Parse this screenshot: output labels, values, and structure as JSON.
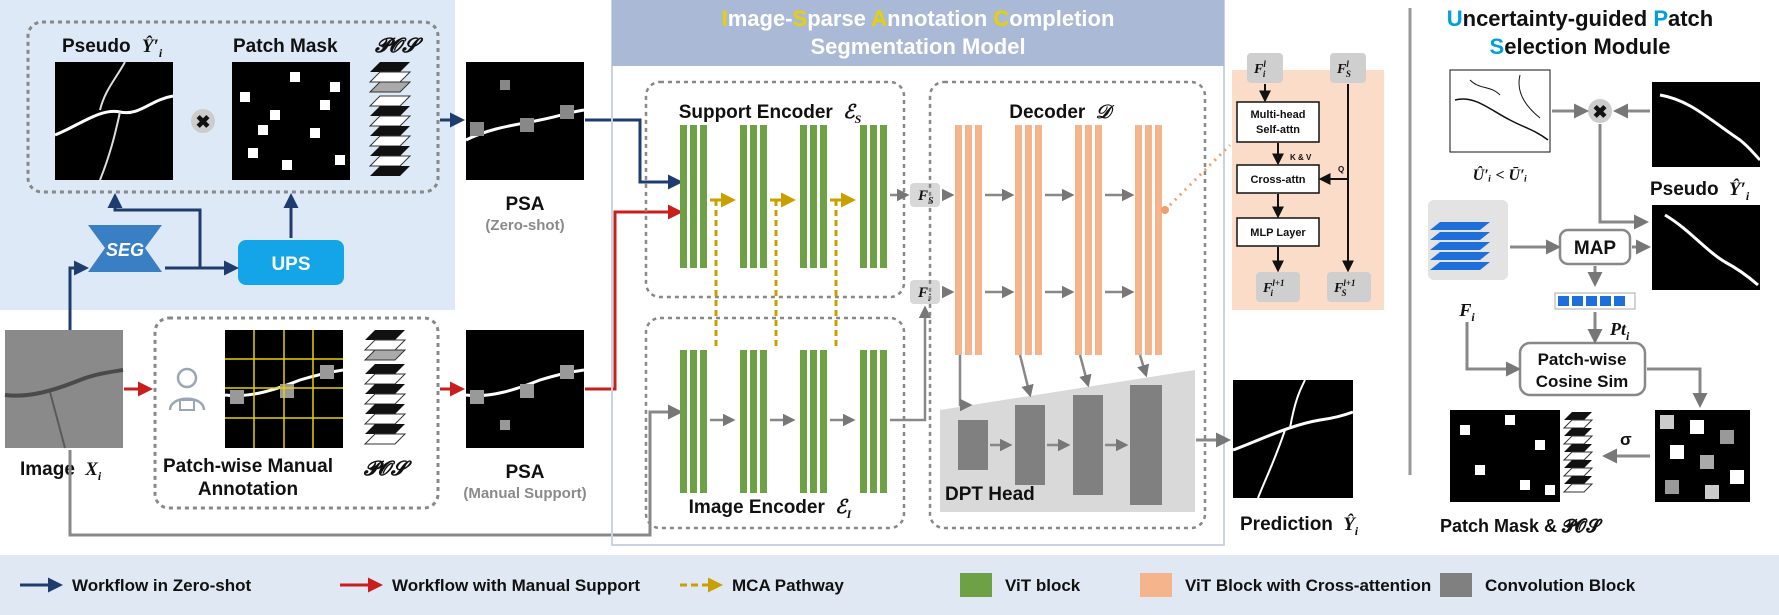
{
  "pseudo_top": {
    "word": "Pseudo",
    "sym": "Ŷ′",
    "sub": "i"
  },
  "patch_mask_top": "Patch Mask",
  "pos_top": "𝓟𝓞𝓢",
  "seg": "SEG",
  "ups": "UPS",
  "psa_zero": {
    "title": "PSA",
    "sub": "(Zero-shot)"
  },
  "image_input": {
    "word": "Image",
    "sym": "X",
    "sub": "i"
  },
  "manual": {
    "line1": "Patch-wise Manual",
    "line2": "Annotation"
  },
  "pos_bottom": "𝓟𝓞𝓢",
  "psa_manual": {
    "title": "PSA",
    "sub": "(Manual Support)"
  },
  "center_title": {
    "line1": [
      "I",
      "mage-",
      "S",
      "parse ",
      "A",
      "nnotation ",
      "C",
      "ompletion"
    ],
    "line2": "Segmentation Model"
  },
  "support_encoder": {
    "word": "Support Encoder",
    "sym": "ℰ",
    "sub": "S"
  },
  "image_encoder": {
    "word": "Image Encoder",
    "sym": "ℰ",
    "sub": "I"
  },
  "decoder": {
    "word": "Decoder",
    "sym": "𝒟"
  },
  "fs": {
    "sym": "F",
    "sub": "S"
  },
  "fi": {
    "sym": "F",
    "sub": "i"
  },
  "dpt_head": "DPT Head",
  "prediction": {
    "word": "Prediction",
    "sym": "Ŷ",
    "sub": "i"
  },
  "attn_block": {
    "fi_in": {
      "sym": "F",
      "sup": "l",
      "sub": "i"
    },
    "fs_in": {
      "sym": "F",
      "sup": "l",
      "sub": "S"
    },
    "mhsa": [
      "Multi-head",
      "Self-attn"
    ],
    "kv": "K & V",
    "q": "Q",
    "cross": "Cross-attn",
    "mlp": "MLP Layer",
    "fi_out": {
      "sym": "F",
      "sup": "l+1",
      "sub": "i"
    },
    "fs_out": {
      "sym": "F",
      "sup": "l+1",
      "sub": "S"
    }
  },
  "right_title": {
    "line1": [
      "U",
      "ncertainty-guided ",
      "P",
      "atch"
    ],
    "line2": [
      "S",
      "election Module"
    ]
  },
  "uncert_cond": "Û′ᵢ < Ū′ᵢ",
  "pseudo_right": {
    "word": "Pseudo",
    "sym": "Ŷ′",
    "sub": "i"
  },
  "map": "MAP",
  "fi_right": {
    "sym": "F",
    "sub": "i"
  },
  "pti": {
    "sym": "Pt",
    "sub": "i"
  },
  "cosine": [
    "Patch-wise",
    "Cosine Sim"
  ],
  "sigma": "σ",
  "patch_mask_pos": "Patch Mask & 𝓟𝓞𝓢",
  "legend": [
    {
      "label": "Workflow in Zero-shot",
      "kind": "arrow",
      "color": "#1f3c6e"
    },
    {
      "label": "Workflow with Manual Support",
      "kind": "arrow",
      "color": "#c81e1e"
    },
    {
      "label": "MCA Pathway",
      "kind": "dashed",
      "color": "#c9a000"
    },
    {
      "label": "ViT block",
      "kind": "box",
      "color": "#6ea046"
    },
    {
      "label": "ViT Block with Cross-attention",
      "kind": "box",
      "color": "#f5b48c"
    },
    {
      "label": "Convolution Block",
      "kind": "box",
      "color": "#808080"
    }
  ],
  "colors": {
    "accent_cyan": "#00a0e0",
    "title_band": "#a9b9d6",
    "top_panel": "#dde9f6",
    "attn_bg": "#fbdcc8",
    "legend_bg": "#dfe8f3"
  }
}
